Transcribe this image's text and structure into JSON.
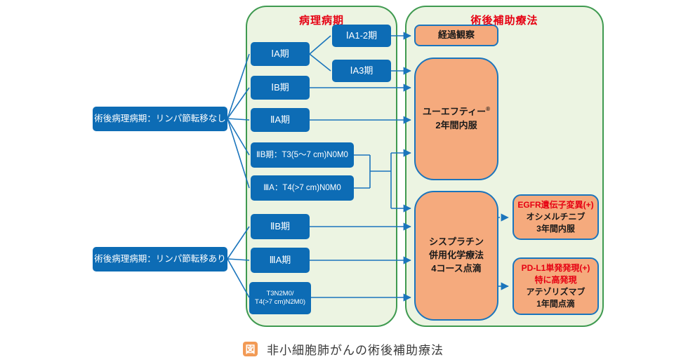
{
  "pathology_panel": {
    "title": "病理病期"
  },
  "adjuvant_panel": {
    "title": "術後補助療法"
  },
  "groups": {
    "no_metastasis": "術後病理病期：リンパ節転移なし",
    "metastasis": "術後病理病期：リンパ節転移あり"
  },
  "stages": {
    "ia": "ⅠA期",
    "ia12": "ⅠA1-2期",
    "ia3": "ⅠA3期",
    "ib": "ⅠB期",
    "iia": "ⅡA期",
    "iib_t3": "ⅡB期：T3(5～7 cm)N0M0",
    "iiia_t4": "ⅢA：T4(>7 cm)N0M0",
    "iib": "ⅡB期",
    "iiia": "ⅢA期",
    "t3n2m0_line1": "T3N2M0/",
    "t3n2m0_line2": "T4(>7 cm)N2M0)"
  },
  "treatments": {
    "observation": "経過観察",
    "uft_name": "ユーエフティー",
    "uft_reg": "®",
    "uft_duration": "2年間内服",
    "cisplatin_line1": "シスプラチン",
    "cisplatin_line2": "併用化学療法",
    "cisplatin_line3": "4コース点滴",
    "egfr_condition": "EGFR遺伝子変異(+)",
    "egfr_drug": "オシメルチニブ",
    "egfr_duration": "3年間内服",
    "pdl1_condition": "PD-L1単発発現(+)",
    "pdl1_condition2": "特に高発現",
    "pdl1_drug": "アテゾリズマブ",
    "pdl1_duration": "1年間点滴"
  },
  "caption": {
    "icon_label": "図",
    "text": "非小細胞肺がんの術後補助療法"
  },
  "colors": {
    "node_blue": "#0d6cb5",
    "connector_blue": "#1b75bc",
    "panel_border_green": "#3f9a50",
    "panel_fill_green": "#ecf4e2",
    "treatment_orange": "#f5aa7d",
    "highlight_red": "#e60012"
  }
}
